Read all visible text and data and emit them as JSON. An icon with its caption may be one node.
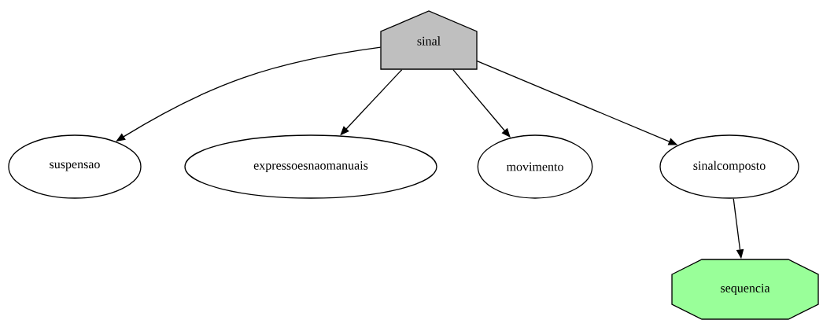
{
  "diagram": {
    "nodes": [
      {
        "text": [
          "sinal"
        ]
      },
      {
        "text": [
          "suspensao"
        ]
      },
      {
        "text": [
          "expressoesnaomanuais"
        ]
      },
      {
        "text": [
          "movimento"
        ]
      },
      {
        "text": [
          "sinalcomposto"
        ]
      },
      {
        "text": [
          "sequencia"
        ]
      }
    ],
    "edges": [
      {
        "from": 0,
        "to": 1,
        "arrow": "to"
      },
      {
        "from": 0,
        "to": 2,
        "arrow": "to"
      },
      {
        "from": 0,
        "to": 3,
        "arrow": "to"
      },
      {
        "from": 0,
        "to": 4,
        "arrow": "to"
      },
      {
        "from": 4,
        "to": 5,
        "arrow": "to"
      }
    ]
  }
}
